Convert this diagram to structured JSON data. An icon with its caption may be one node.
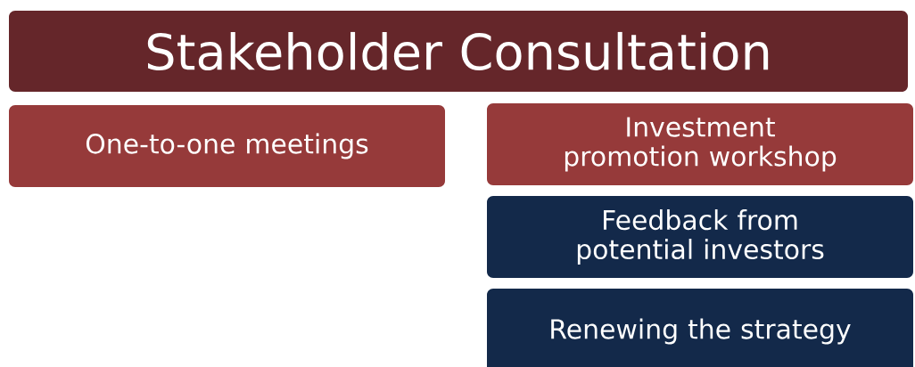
{
  "diagram": {
    "nodes": [
      {
        "text": [
          "Stakeholder Consultation"
        ]
      },
      {
        "text": [
          "One-to-one meetings"
        ]
      },
      {
        "text": [
          "Investment promotion workshop"
        ]
      },
      {
        "text": [
          "Feedback from potential investors"
        ]
      },
      {
        "text": [
          "Renewing the strategy"
        ]
      }
    ]
  }
}
